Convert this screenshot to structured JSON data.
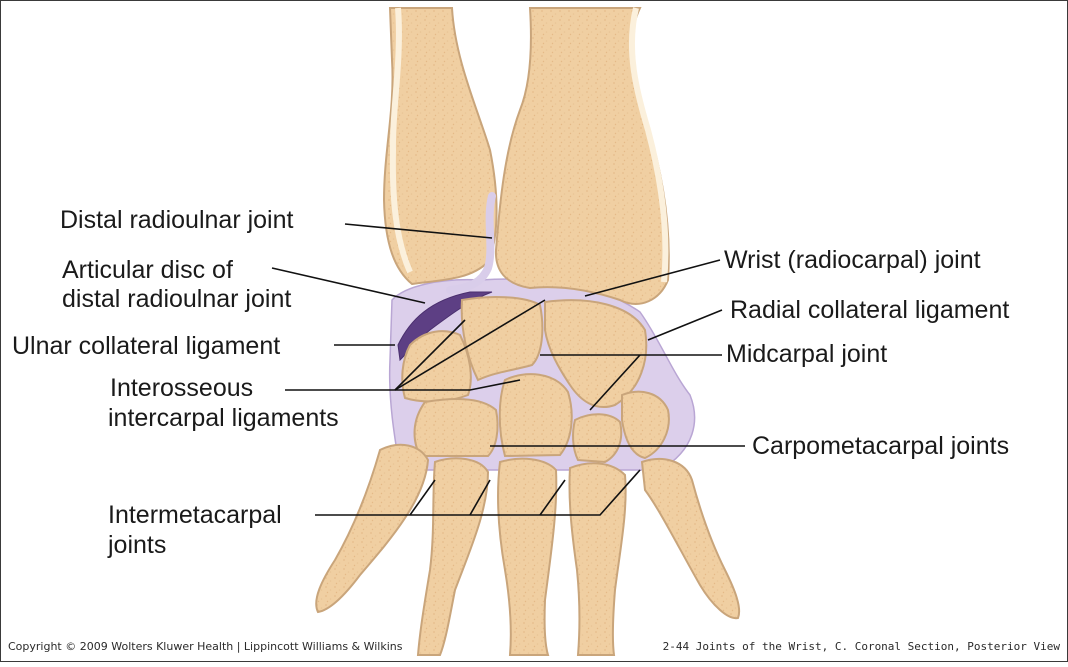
{
  "labels": {
    "distal_radioulnar": "Distal radioulnar joint",
    "articular_disc_1": "Articular disc of",
    "articular_disc_2": "distal radioulnar joint",
    "ulnar_collateral": "Ulnar collateral ligament",
    "interosseous_1": "Interosseous",
    "interosseous_2": "intercarpal ligaments",
    "intermetacarpal_1": "Intermetacarpal",
    "intermetacarpal_2": "joints",
    "wrist_joint": "Wrist (radiocarpal) joint",
    "radial_collateral": "Radial collateral ligament",
    "midcarpal": "Midcarpal joint",
    "carpometacarpal": "Carpometacarpal joints"
  },
  "footer": {
    "copyright": "Copyright © 2009 Wolters Kluwer Health | Lippincott Williams & Wilkins",
    "caption": "2-44 Joints of the Wrist, C. Coronal Section, Posterior View"
  },
  "colors": {
    "bone_fill": "#f2d1a6",
    "bone_outline": "#c9a57b",
    "cortex": "#fbf0dc",
    "ligament": "#d9cdea",
    "ligament_dark": "#5d3f84",
    "leader": "#111111"
  }
}
